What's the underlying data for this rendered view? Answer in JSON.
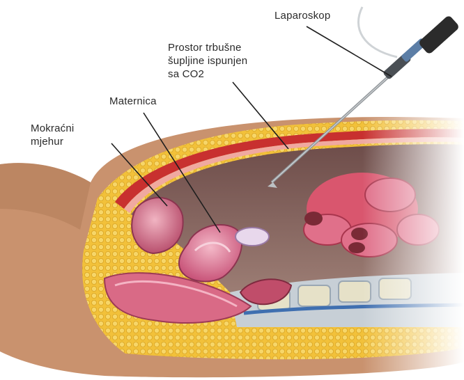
{
  "labels": {
    "laparoscope": "Laparoskop",
    "cavity": "Prostor trbušne\nšupljine ispunjen\nsa CO2",
    "uterus": "Maternica",
    "bladder": "Mokraćni\nmjehur"
  },
  "colors": {
    "skin": "#c9926e",
    "fat": "#f3c43c",
    "muscle": "#c8302f",
    "cavity": "#7a5a55",
    "organ": "#e07b95",
    "bowel": "#d9566e",
    "instrument": "#2b2b2b"
  }
}
